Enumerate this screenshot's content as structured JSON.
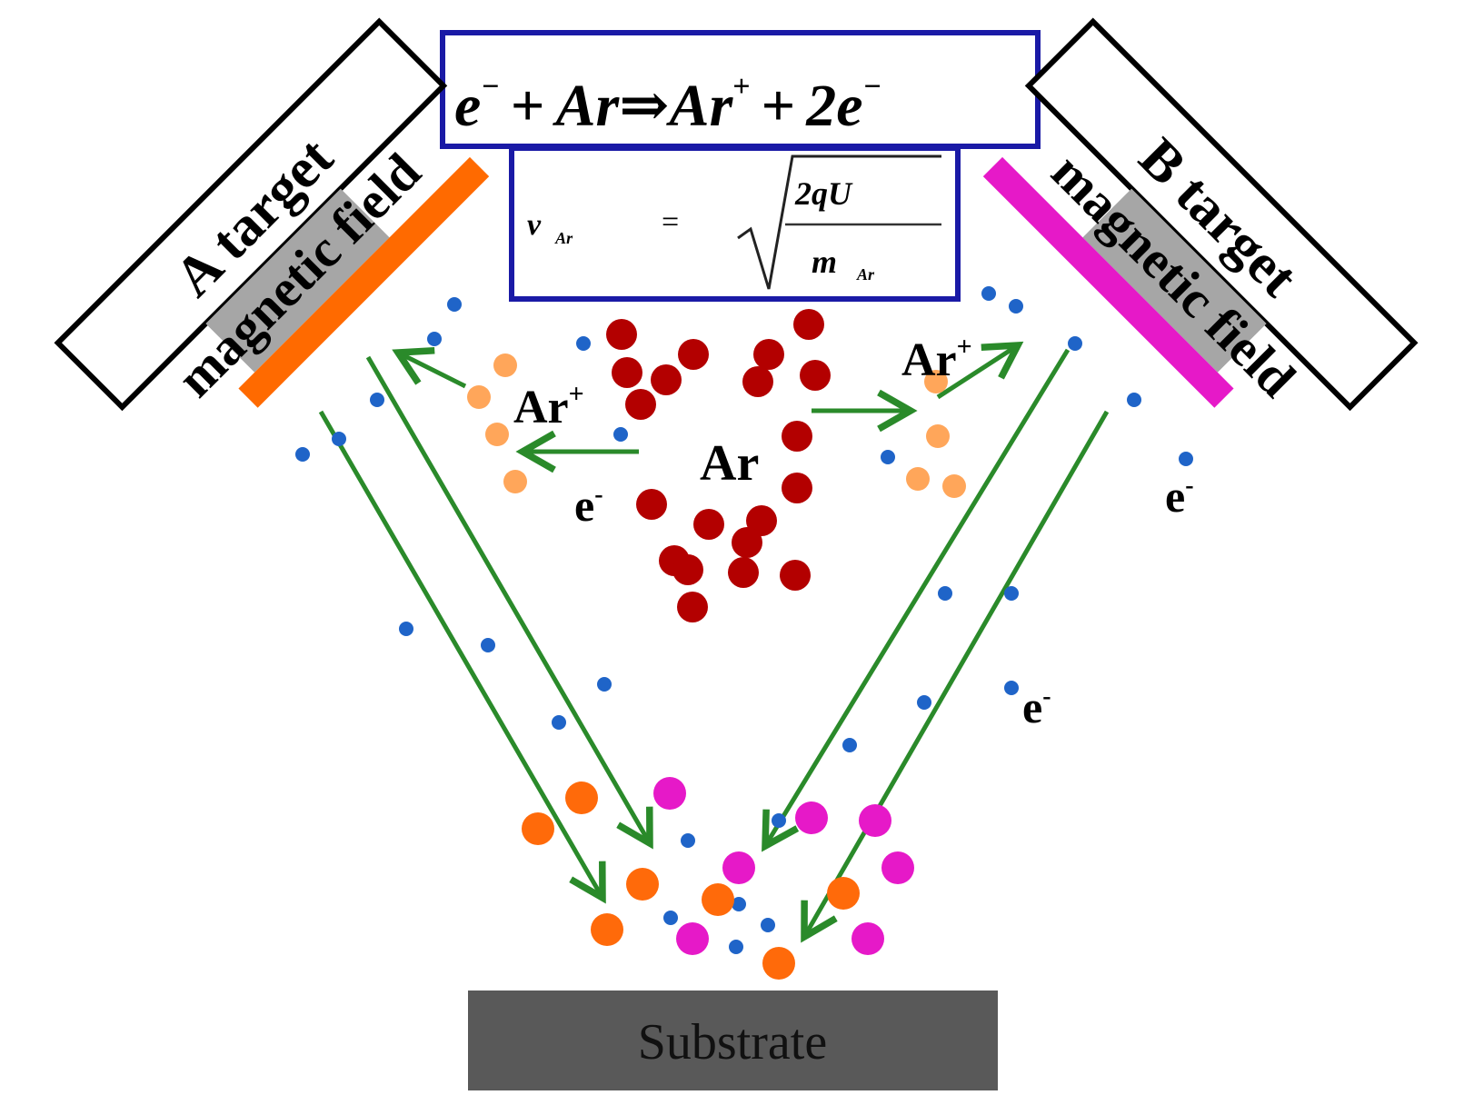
{
  "equations": {
    "reaction": {
      "e1": "e",
      "e1_sup": "−",
      "plus1": "+",
      "ar1": "Ar",
      "arrow": "⇒",
      "ar2": "Ar",
      "ar2_sup": "+",
      "plus2": "+",
      "two_e": "2e",
      "two_e_sup": "−"
    },
    "velocity": {
      "v": "v",
      "v_sub": "Ar",
      "equals": "=",
      "numerator": "2qU",
      "denominator": "m",
      "denominator_sub": "Ar"
    }
  },
  "targets": {
    "a": {
      "label": "A target",
      "field_label": "magnetic field"
    },
    "b": {
      "label": "B target",
      "field_label": "magnetic field"
    }
  },
  "labels": {
    "ar_plus_left": "Ar",
    "ar_plus_left_sup": "+",
    "ar_plus_right": "Ar",
    "ar_plus_right_sup": "+",
    "ar_center": "Ar",
    "e_left": "e",
    "e_left_sup": "-",
    "e_right_upper": "e",
    "e_right_upper_sup": "-",
    "e_right_lower": "e",
    "e_right_lower_sup": "-"
  },
  "substrate": {
    "label": "Substrate"
  },
  "colors": {
    "box_blue": "#1a1aa6",
    "target_a": "#ff6a00",
    "target_b": "#e619c8",
    "field_gray": "#a6a6a6",
    "argon": "#b30000",
    "ar_ion": "#ffa65a",
    "electron": "#1f64c8",
    "sputtered_a": "#ff6a0a",
    "sputtered_b": "#e619c8",
    "arrow_green": "#2a8a2a",
    "substrate_gray": "#595959"
  }
}
